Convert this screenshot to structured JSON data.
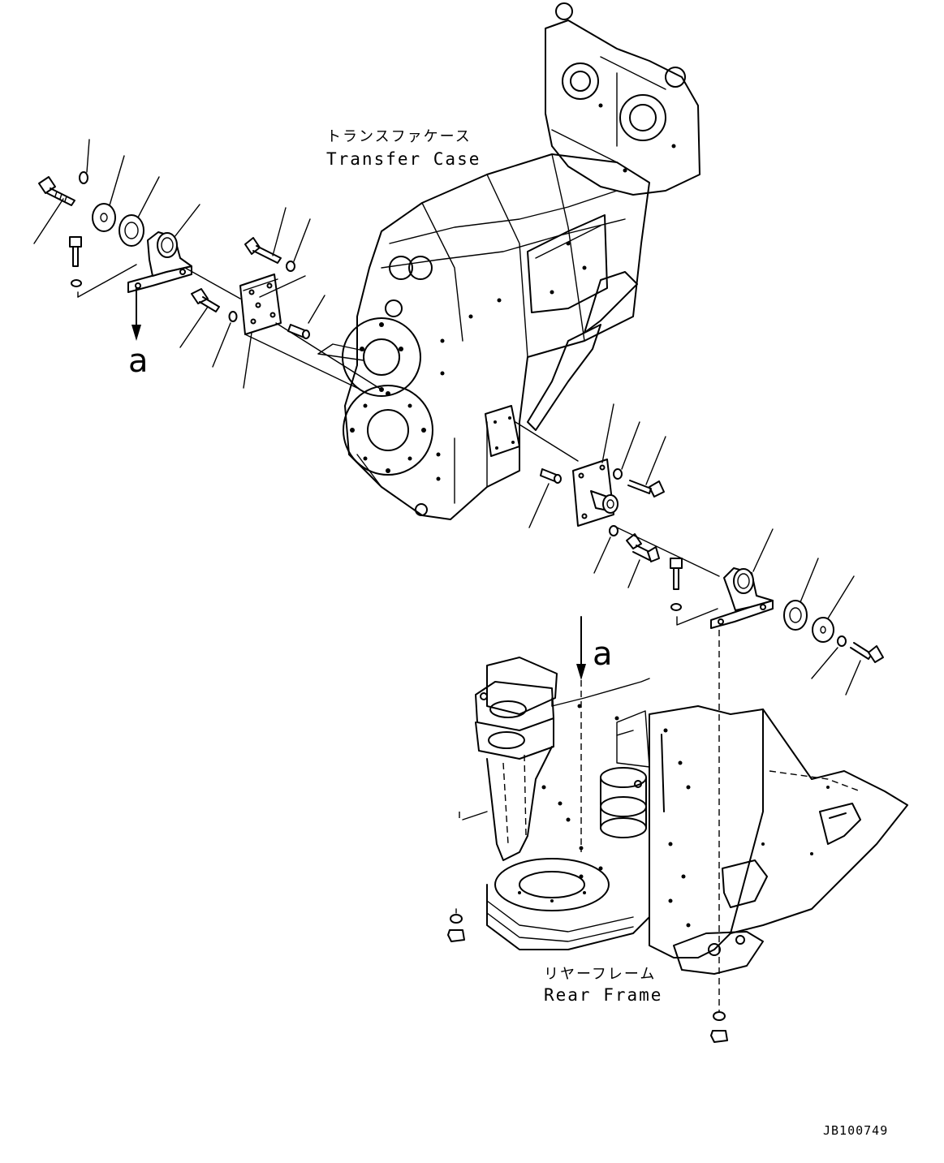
{
  "labels": {
    "transfer_case_jp": "トランスファケース",
    "transfer_case_en": "Transfer Case",
    "rear_frame_jp": "リヤーフレーム",
    "rear_frame_en": "Rear Frame",
    "view_arrow_left": "a",
    "view_arrow_right": "a",
    "drawing_code": "JB100749"
  }
}
